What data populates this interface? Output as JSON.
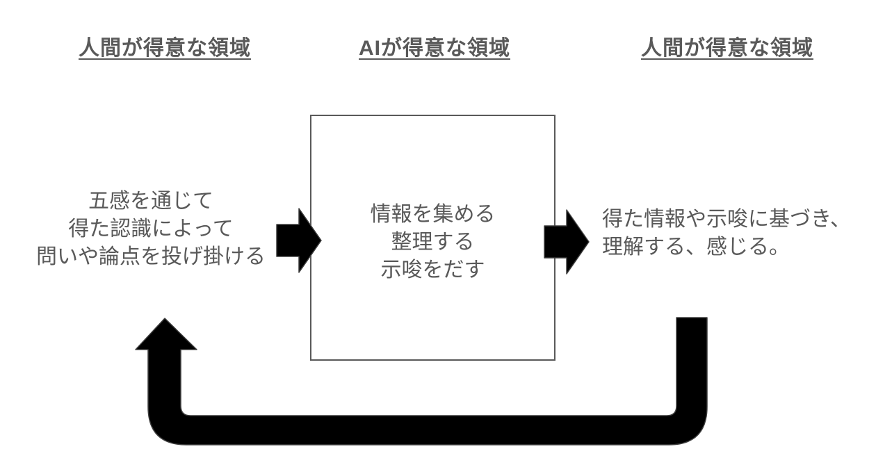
{
  "diagram": {
    "headers": [
      {
        "label": "人間が得意な領域"
      },
      {
        "label": "AIが得意な領域"
      },
      {
        "label": "人間が得意な領域"
      }
    ],
    "left_block": {
      "lines": [
        "五感を通じて",
        "得た認識によって",
        "問いや論点を投げ掛ける"
      ]
    },
    "center_box": {
      "lines": [
        "情報を集める",
        "整理する",
        "示唆をだす"
      ]
    },
    "right_block": {
      "lines": [
        "得た情報や示唆に基づき、",
        "理解する、感じる。"
      ]
    },
    "colors": {
      "text_gray": "#595959",
      "box_border": "#595959",
      "arrow_fill": "#000000",
      "arrow_outline": "#3d3d3d",
      "background": "#ffffff"
    }
  }
}
